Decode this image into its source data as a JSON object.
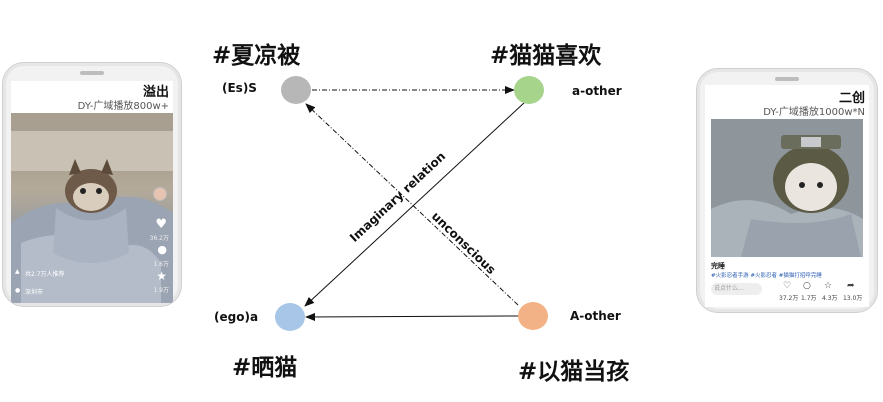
{
  "left_phone": {
    "title": "溢出",
    "subtitle": "DY-广域播放800w+",
    "like_count": "36.2万",
    "comment_count": "1.6万",
    "star_count": "1.9万",
    "banner_text": "共2.7万人推荐",
    "location_text": "深圳市"
  },
  "right_phone": {
    "title": "二创",
    "subtitle": "DY-广域播放1000w*N",
    "caption_title": "完睡",
    "caption_tags": "#火影忍者手游 #火影忍者 #猫猫打招呼完睡",
    "comment_placeholder": "说点什么...",
    "like_count": "37.2万",
    "comment_count": "1.7万",
    "star_count": "4.3万",
    "share_count": "13.0万"
  },
  "diagram": {
    "tags": {
      "top_left": "#夏凉被",
      "top_right": "#猫猫喜欢",
      "bottom_left": "#晒猫",
      "bottom_right": "#以猫当孩"
    },
    "nodes": {
      "es_s": {
        "label": "(Es)S",
        "color": "#b5b5b5"
      },
      "a_other_small": {
        "label": "a-other",
        "color": "#a5d48a"
      },
      "ego_a": {
        "label": "(ego)a",
        "color": "#a6c6e8"
      },
      "a_other_big": {
        "label": "A-other",
        "color": "#f3b184"
      }
    },
    "edges": {
      "imaginary": "Imaginary relation",
      "unconscious": "unconscious"
    }
  }
}
